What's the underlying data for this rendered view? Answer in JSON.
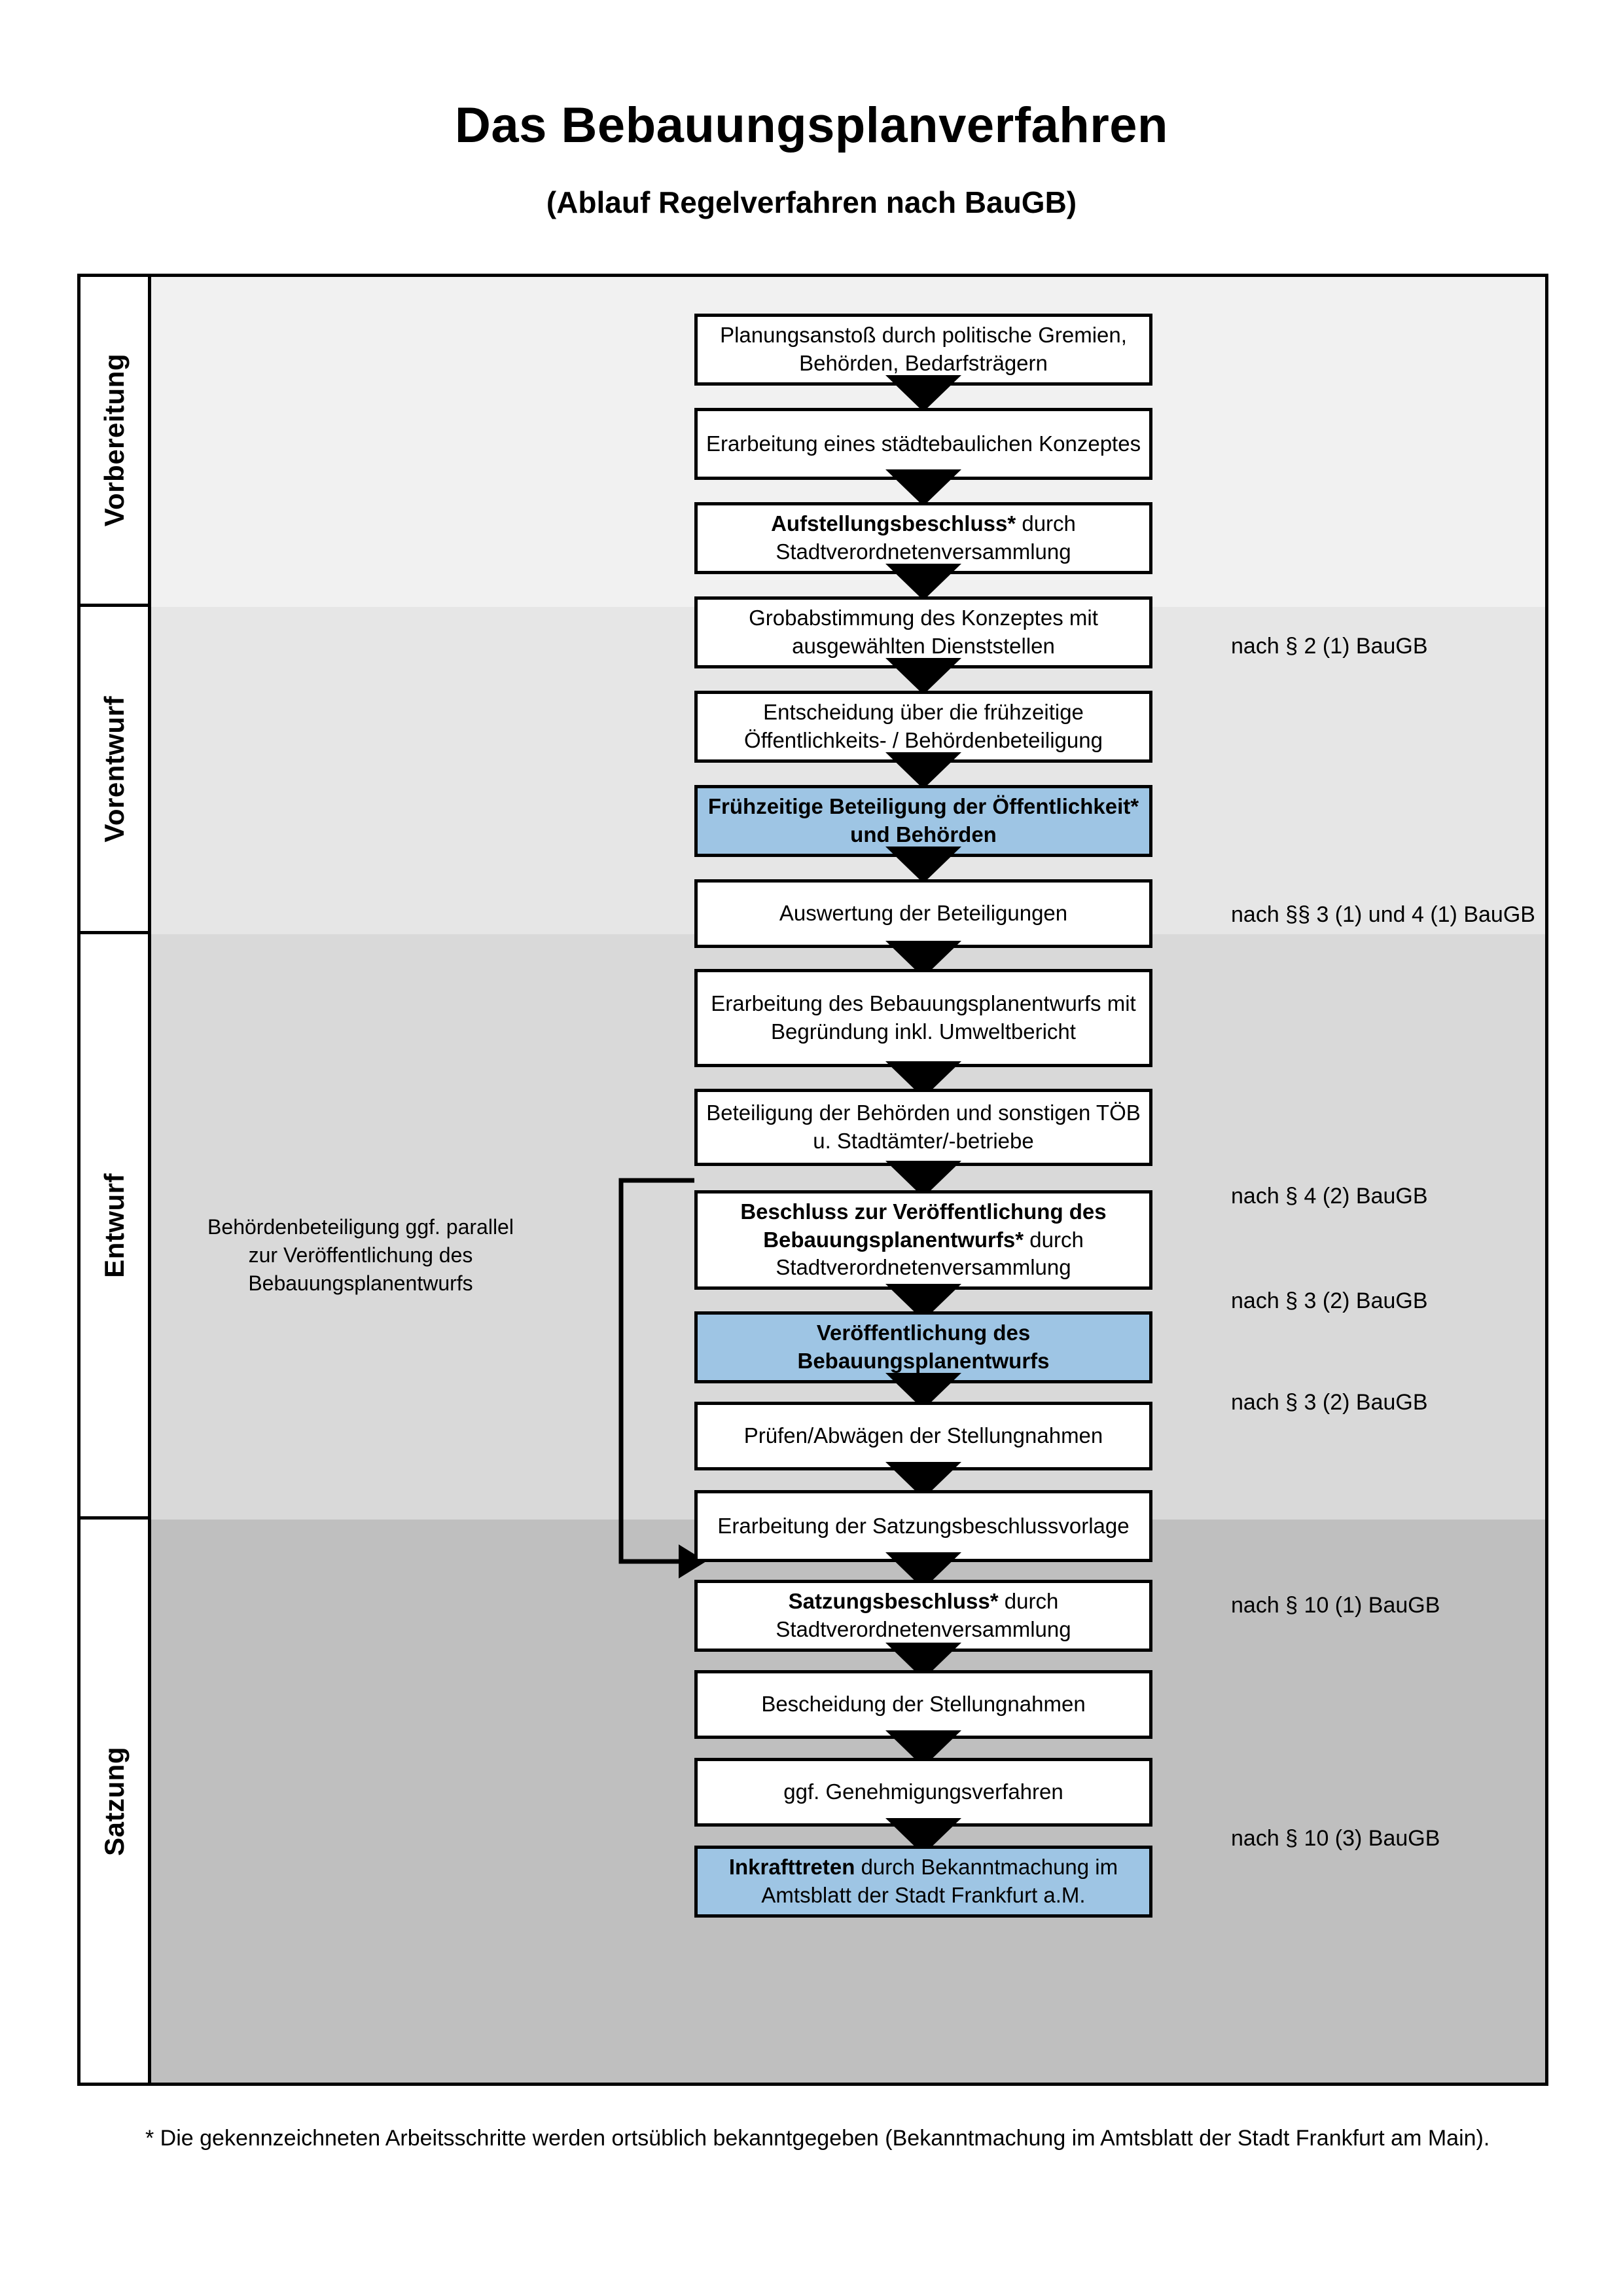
{
  "header": {
    "title": "Das Bebauungsplanverfahren",
    "subtitle": "(Ablauf Regelverfahren nach BauGB)"
  },
  "colors": {
    "highlight_blue": "#9EC5E4",
    "band_vorbereitung": "#F1F1F1",
    "band_vorentwurf": "#E6E6E6",
    "band_entwurf": "#D9D9D9",
    "band_satzung": "#BFBFBF",
    "outline": "#000000"
  },
  "phases": [
    {
      "label": "Vorbereitung"
    },
    {
      "label": "Vorentwurf"
    },
    {
      "label": "Entwurf"
    },
    {
      "label": "Satzung"
    }
  ],
  "flow_nodes": [
    {
      "id": "planungsanstoss",
      "text": "Planungsanstoß durch politische Gremien, Behörden, Bedarfsträgern",
      "bold_prefix": "",
      "highlight": false,
      "phase": "Vorbereitung"
    },
    {
      "id": "konzept",
      "text": "Erarbeitung eines städtebaulichen Konzeptes",
      "bold_prefix": "",
      "highlight": false,
      "phase": "Vorbereitung"
    },
    {
      "id": "aufstellungsbeschluss",
      "text": " durch Stadtverordnetenversammlung",
      "bold_prefix": "Aufstellungsbeschluss*",
      "highlight": false,
      "phase": "Vorbereitung"
    },
    {
      "id": "grobabstimmung",
      "text": "Grobabstimmung des Konzeptes mit ausgewählten Dienststellen",
      "bold_prefix": "",
      "highlight": false,
      "phase": "Vorentwurf"
    },
    {
      "id": "entscheidung",
      "text": "Entscheidung über die frühzeitige Öffentlichkeits- / Behördenbeteiligung",
      "bold_prefix": "",
      "highlight": false,
      "phase": "Vorentwurf"
    },
    {
      "id": "fruehzeitige-beteiligung",
      "text": "",
      "bold_prefix": "Frühzeitige Beteiligung der Öffentlichkeit* und Behörden",
      "highlight": true,
      "phase": "Vorentwurf"
    },
    {
      "id": "auswertung",
      "text": "Auswertung der Beteiligungen",
      "bold_prefix": "",
      "highlight": false,
      "phase": "Entwurf"
    },
    {
      "id": "erarbeitung-entwurf",
      "text": "Erarbeitung des Bebauungsplanentwurfs mit Begründung inkl. Umweltbericht",
      "bold_prefix": "",
      "highlight": false,
      "phase": "Entwurf"
    },
    {
      "id": "beteiligung-behoerden",
      "text": "Beteiligung der Behörden und sonstigen TÖB u. Stadtämter/-betriebe",
      "bold_prefix": "",
      "highlight": false,
      "phase": "Entwurf"
    },
    {
      "id": "beschluss-veroeffentlichung",
      "text": " durch Stadtverordnetenversammlung",
      "bold_prefix": "Beschluss zur Veröffentlichung des Bebauungsplanentwurfs*",
      "highlight": false,
      "phase": "Entwurf"
    },
    {
      "id": "veroeffentlichung",
      "text": "",
      "bold_prefix": "Veröffentlichung des Bebauungsplanentwurfs",
      "highlight": true,
      "phase": "Entwurf"
    },
    {
      "id": "pruefen-abwaegen",
      "text": "Prüfen/Abwägen der Stellungnahmen",
      "bold_prefix": "",
      "highlight": false,
      "phase": "Satzung"
    },
    {
      "id": "satzungsbeschlussvorlage",
      "text": "Erarbeitung der Satzungsbeschlussvorlage",
      "bold_prefix": "",
      "highlight": false,
      "phase": "Satzung"
    },
    {
      "id": "satzungsbeschluss",
      "text": " durch Stadtverordnetenversammlung",
      "bold_prefix": "Satzungsbeschluss*",
      "highlight": false,
      "phase": "Satzung"
    },
    {
      "id": "bescheidung",
      "text": "Bescheidung der Stellungnahmen",
      "bold_prefix": "",
      "highlight": false,
      "phase": "Satzung"
    },
    {
      "id": "genehmigungsverfahren",
      "text": "ggf. Genehmigungsverfahren",
      "bold_prefix": "",
      "highlight": false,
      "phase": "Satzung"
    },
    {
      "id": "inkrafttreten",
      "text": " durch Bekanntmachung im Amtsblatt der Stadt Frankfurt a.M.",
      "bold_prefix": "Inkrafttreten",
      "highlight": true,
      "phase": "Satzung"
    }
  ],
  "law_references": [
    {
      "id": "ref-1",
      "text": "nach § 2 (1) BauGB"
    },
    {
      "id": "ref-2",
      "text": "nach §§ 3 (1) und 4 (1) BauGB"
    },
    {
      "id": "ref-3",
      "text": "nach § 4 (2) BauGB"
    },
    {
      "id": "ref-4",
      "text": "nach § 3 (2) BauGB"
    },
    {
      "id": "ref-5",
      "text": "nach § 3 (2) BauGB"
    },
    {
      "id": "ref-6",
      "text": "nach § 10 (1) BauGB"
    },
    {
      "id": "ref-7",
      "text": "nach § 10 (3) BauGB"
    }
  ],
  "side_note": {
    "text": "Behördenbeteiligung ggf. parallel zur Veröffentlichung des Bebauungsplanentwurfs"
  },
  "footnote": {
    "text": "* Die gekennzeichneten Arbeitsschritte werden ortsüblich bekanntgegeben (Bekanntmachung im Amtsblatt  der Stadt Frankfurt am Main)."
  }
}
